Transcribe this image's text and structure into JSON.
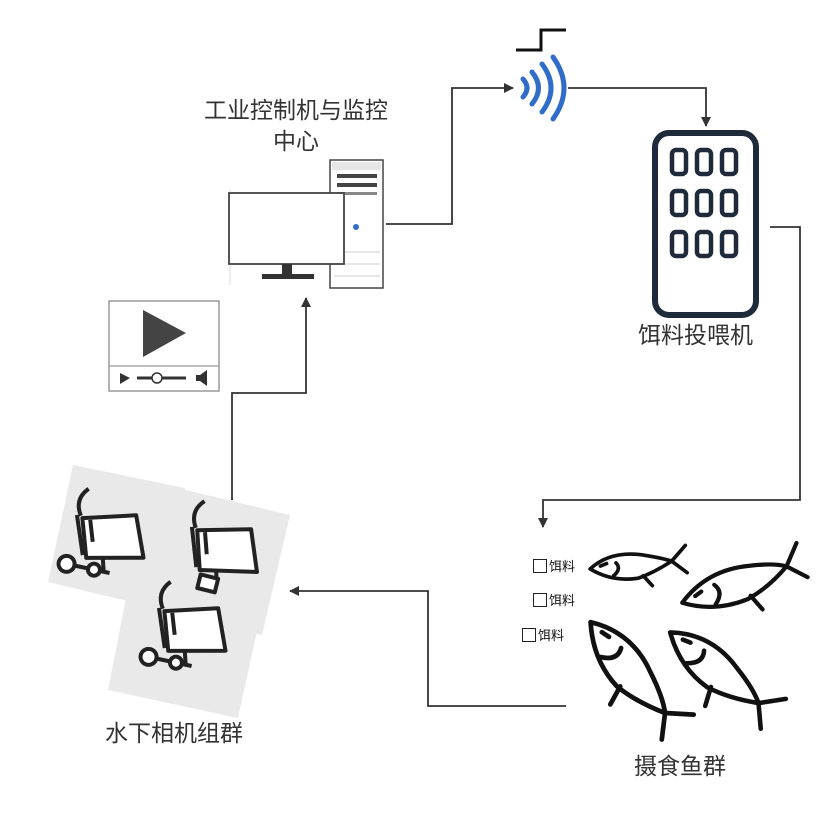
{
  "nodes": {
    "control_center": "工业控制机与监控中心",
    "feeder": "饵料投喂机",
    "fish": "摄食鱼群",
    "cameras": "水下相机组群"
  },
  "feed_labels": [
    "饵料",
    "饵料",
    "饵料"
  ],
  "colors": {
    "arrow": "#333333",
    "signal_blue": "#2f6dc8",
    "feeder_dark": "#1f2a3a",
    "camera_bg": "#e9e9e9"
  }
}
